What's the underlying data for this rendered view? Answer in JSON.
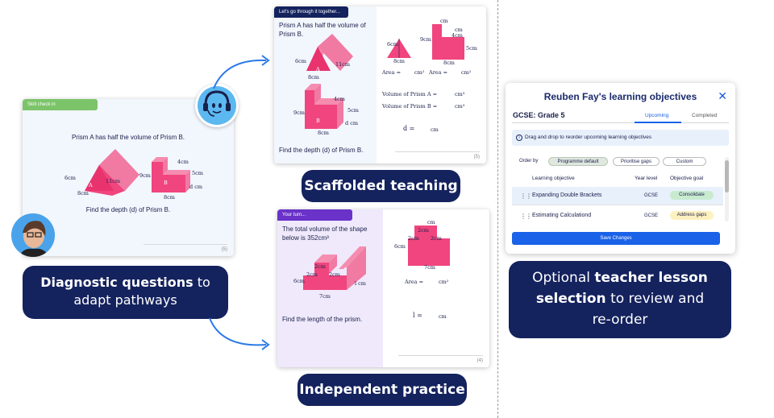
{
  "diagnostic_card": {
    "tag": "Skill check in",
    "question": "Prism A has half the volume of Prism B.",
    "prompt": "Find the depth (d) of Prism B.",
    "dims_a": {
      "h": "6cm",
      "w": "8cm",
      "d": "11cm",
      "letter": "A"
    },
    "dims_b": {
      "top": "4cm",
      "h": "9cm",
      "step": "5cm",
      "w": "8cm",
      "d": "d cm",
      "letter": "B"
    },
    "page": "(5)"
  },
  "diagnostic_label": {
    "bold": "Diagnostic questions",
    "rest1": " to",
    "rest2": "adapt pathways"
  },
  "scaffold_card": {
    "tag": "Let's go through it together...",
    "question_l1": "Prism A has half the volume of",
    "question_l2": "Prism B.",
    "prompt": "Find the depth (d) of Prism B.",
    "dims_a": {
      "h": "6cm",
      "w": "8cm",
      "d": "11cm",
      "letter": "A"
    },
    "dims_b": {
      "top": "4cm",
      "h": "9cm",
      "step": "5cm",
      "w": "8cm",
      "d": "d cm",
      "letter": "B"
    },
    "right": {
      "tri_h": "6cm",
      "tri_w": "8cm",
      "l_top": "cm",
      "l_mid": "4cm",
      "l_h": "9cm",
      "l_step": "5cm",
      "l_w": "8cm",
      "l_small": "cm",
      "area1": "Area =",
      "area1_unit": "cm²",
      "area2": "Area =",
      "area2_unit": "cm²",
      "vol_a": "Volume of Prism A =",
      "vol_a_unit": "cm³",
      "vol_b": "Volume of Prism B =",
      "vol_b_unit": "cm³",
      "d_eq": "d =",
      "d_unit": "cm"
    },
    "page": "(5)"
  },
  "scaffold_label": "Scaffolded teaching",
  "practice_card": {
    "tag": "Your turn...",
    "question_l1": "The total volume of the shape",
    "question_l2": "below is 352cm³",
    "prompt": "Find the length of the prism.",
    "dims": {
      "top": "2cm",
      "a": "2cm",
      "b": "2cm",
      "h": "6cm",
      "w": "7cm",
      "l": "l cm"
    },
    "right": {
      "top": "cm",
      "a": "2cm",
      "b": "2cm",
      "c": "2cm",
      "h": "6cm",
      "w": "7cm",
      "area": "Area =",
      "area_unit": "cm²",
      "l_eq": "l =",
      "l_unit": "cm"
    },
    "page": "(4)"
  },
  "practice_label": "Independent practice",
  "panel": {
    "title": "Reuben Fay's learning objectives",
    "close": "✕",
    "course": "GCSE: Grade 5",
    "tabs": [
      "Upcoming",
      "Completed"
    ],
    "info": "Drag and drop to reorder upcoming learning objectives",
    "info_icon": "i",
    "order_by": "Order by",
    "chips": [
      "Programme default",
      "Prioritise gaps",
      "Custom"
    ],
    "headers": [
      "Learning objective",
      "Year level",
      "Objective goal"
    ],
    "rows": [
      {
        "name": "Expanding Double Brackets",
        "level": "GCSE",
        "goal": "Consolidate"
      },
      {
        "name": "Estimating Calculationd",
        "level": "GCSE",
        "goal": "Address gaps"
      }
    ],
    "save": "Save Changes"
  },
  "teacher_label": {
    "pre": "Optional ",
    "bold1": "teacher lesson",
    "bold2": "selection",
    "rest2": " to review and",
    "rest3": "re-order"
  },
  "colors": {
    "navy": "#14225e",
    "pink": "#f0457e",
    "green": "#7cc46a",
    "purple": "#6a32c8",
    "blue": "#1a62e8"
  }
}
